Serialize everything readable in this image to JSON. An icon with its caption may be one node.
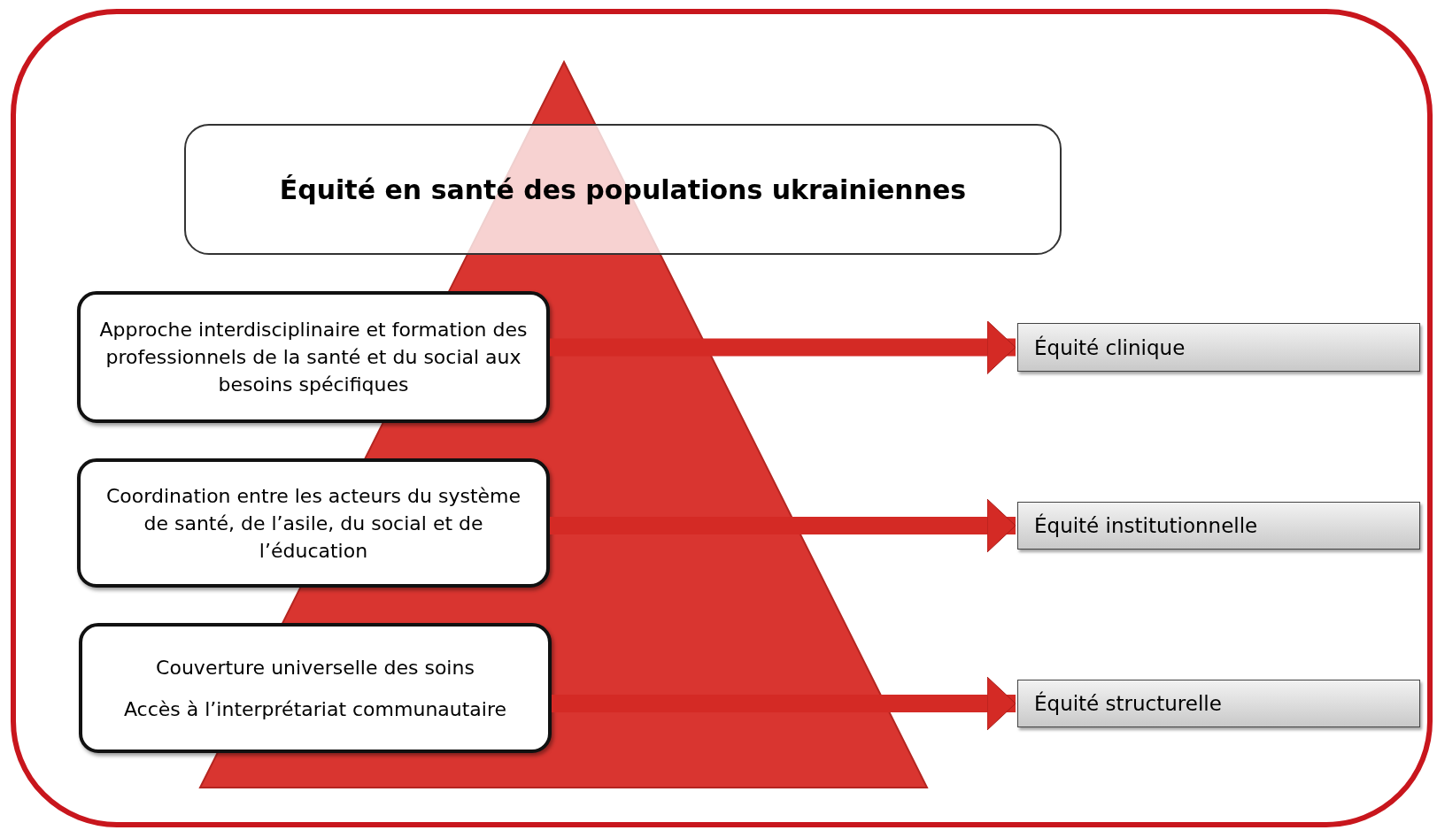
{
  "diagram": {
    "nodes": [
      {
        "text": [
          "Équité en santé des populations ukrainiennes"
        ]
      },
      {
        "text": [
          "Approche interdisciplinaire et formation des professionnels de la santé et du social aux besoins spécifiques"
        ]
      },
      {
        "text": [
          "Coordination entre les acteurs du système de santé, de l’asile, du social et de l’éducation"
        ]
      },
      {
        "text": [
          "Couverture universelle des soins",
          "Accès à l’interprétariat communautaire"
        ]
      },
      {
        "text": [
          "Équité clinique"
        ]
      },
      {
        "text": [
          "Équité institutionnelle"
        ]
      },
      {
        "text": [
          "Équité structurelle"
        ]
      }
    ],
    "edges": [
      {
        "from": 1,
        "to": 4,
        "arrow": "to"
      },
      {
        "from": 2,
        "to": 5,
        "arrow": "to"
      },
      {
        "from": 3,
        "to": 6,
        "arrow": "to"
      }
    ]
  }
}
